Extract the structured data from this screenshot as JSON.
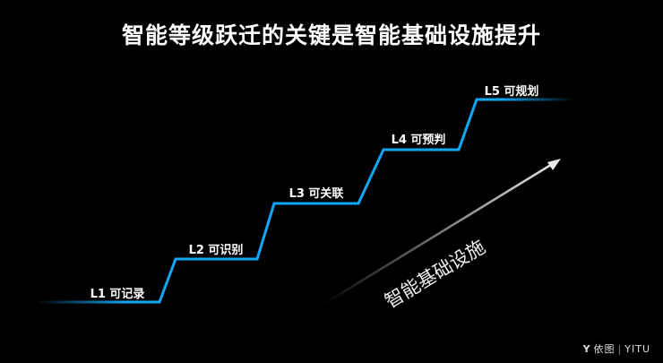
{
  "title": "智能等级跃迁的关键是智能基础设施提升",
  "levels": [
    {
      "label": "L1 可记录"
    },
    {
      "label": "L2 可识别"
    },
    {
      "label": "L3 可关联"
    },
    {
      "label": "L4 可预判"
    },
    {
      "label": "L5 可规划"
    }
  ],
  "arrow_label": "智能基础设施",
  "logo": {
    "cn": "依图",
    "en": "YITU"
  },
  "colors": {
    "stairs": "#10a8f5",
    "background": "#000000",
    "arrow": "#e0e0e0"
  }
}
